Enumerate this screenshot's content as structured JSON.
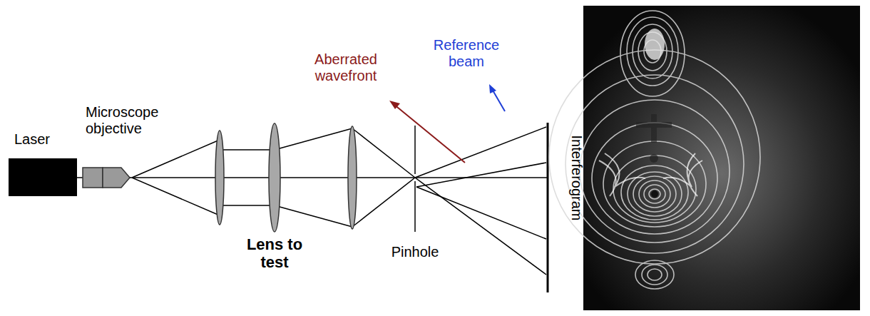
{
  "diagram": {
    "labels": [
      "Laser",
      "Microscope objective",
      "Lens to test",
      "Pinhole",
      "Interferogram",
      "Aberrated wavefront",
      "Reference beam"
    ]
  }
}
